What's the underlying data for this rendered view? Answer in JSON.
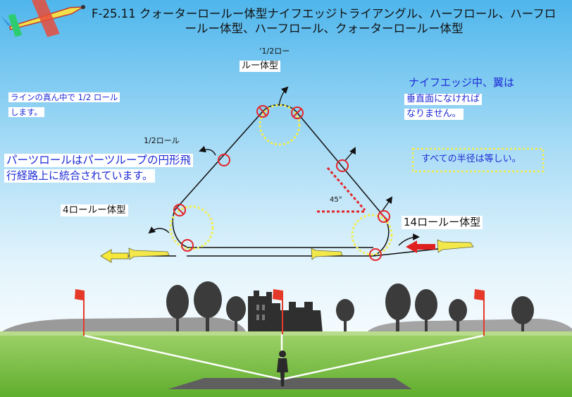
{
  "title_line1": "F-25.11 クォーターロールー体型ナイフエッジトライアングル、ハーフロール、ハーフロ",
  "title_line2": "ールー体型、ハーフロール、クォーターロールー体型",
  "labels": {
    "top_half_roll_a": "‘1/2ロー",
    "top_half_roll_b": "ルー体型",
    "left_note_line1": "ラインの真ん中で 1/2 ロール",
    "left_note_line2": "します。",
    "half_roll_small": "1/2ロール",
    "parts_roll_line1": "パーツロールはパーツループの円形飛",
    "parts_roll_line2": "行経路上に統合されています。",
    "four_roll": "4ロールー体型",
    "angle_45": "45°",
    "knife_edge_line1": "ナイフエッジ中、翼は",
    "knife_edge_line2": "垂直面になければ",
    "knife_edge_line3": "なりません。",
    "radii_equal": "すべての半径は等しい。",
    "fourteen_roll": "14ロールー体型"
  },
  "colors": {
    "sky_top": "#4fb6ec",
    "sky_bottom": "#e8f6fd",
    "grass": "#6cbf3c",
    "flight_path": "#111111",
    "roll_marker": "#e3262a",
    "loop_dotted": "#f3ee4a",
    "blue_text": "#1d2bd6",
    "entry_arrow": "#e02020",
    "exit_arrow": "#f6e83a",
    "flag": "#e53a2a"
  },
  "icons": {
    "title_aircraft": "aerobatic-plane-icon",
    "small_planes": "small-plane-icon",
    "pilot": "pilot-figure-icon",
    "castle": "castle-ruin-icon",
    "trees": "tree-icon",
    "flags": "flag-icon"
  }
}
